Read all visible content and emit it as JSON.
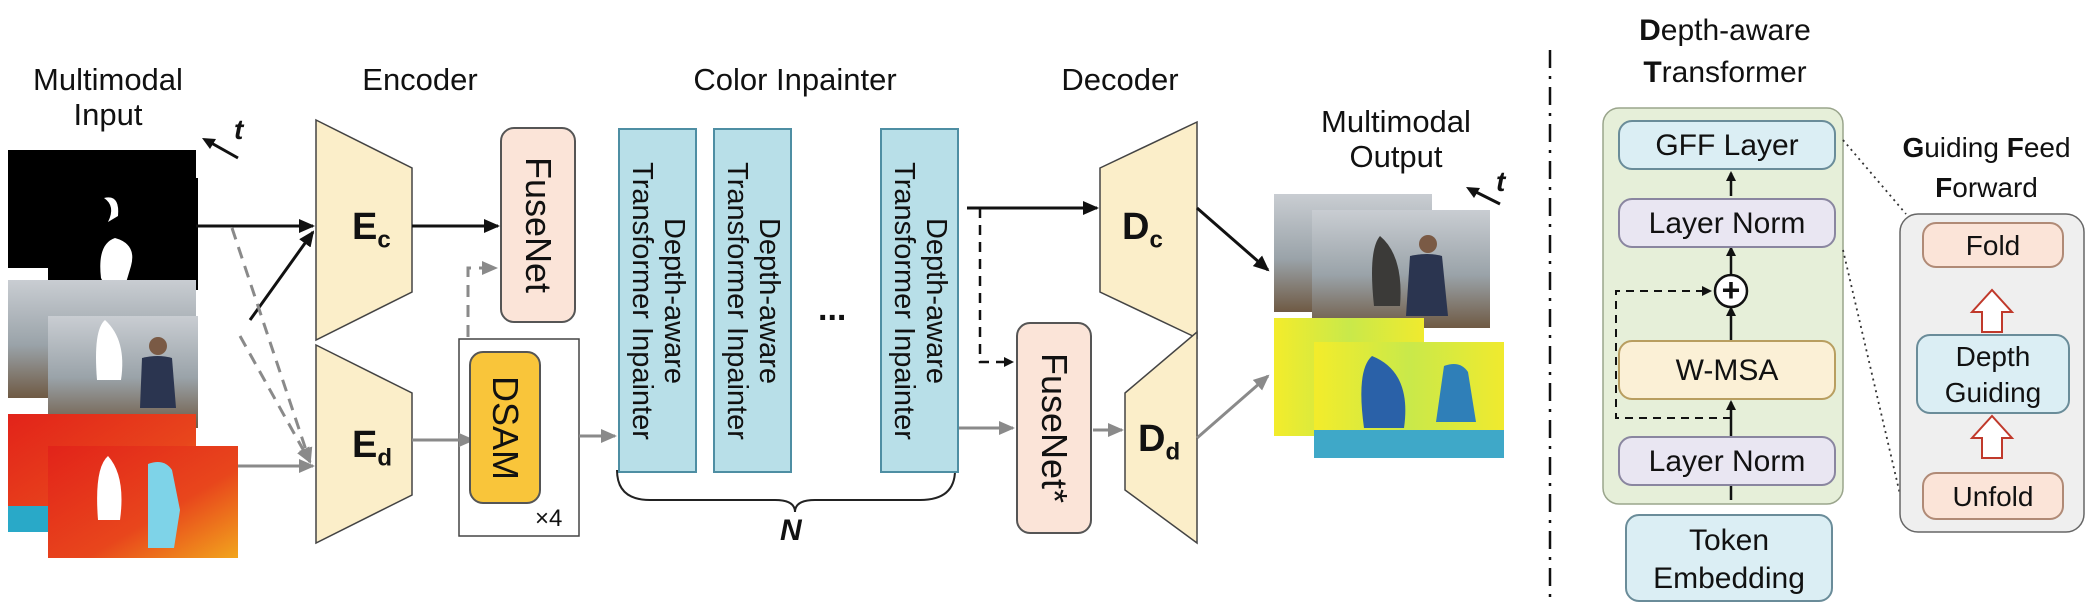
{
  "labels": {
    "multimodal_input_1": "Multimodal",
    "multimodal_input_2": "Input",
    "encoder": "Encoder",
    "color_inpainter": "Color Inpainter",
    "decoder": "Decoder",
    "multimodal_output_1": "Multimodal",
    "multimodal_output_2": "Output",
    "time_symbol": "t",
    "n_symbol": "N",
    "ellipsis": "...",
    "times4": "×4"
  },
  "blocks": {
    "ec_main": "E",
    "ec_sub": "c",
    "ed_main": "E",
    "ed_sub": "d",
    "dc_main": "D",
    "dc_sub": "c",
    "dd_main": "D",
    "dd_sub": "d",
    "fusenet": "FuseNet",
    "fusenet_star": "FuseNet*",
    "dsam": "DSAM",
    "transformer_line1": "Depth-aware",
    "transformer_line2": "Transformer Inpainter"
  },
  "transformer_panel": {
    "title_line1_first": "D",
    "title_line1_rest": "epth-aware",
    "title_line2_first": "T",
    "title_line2_rest": "ransformer",
    "gff_layer": "GFF Layer",
    "layer_norm_top": "Layer Norm",
    "plus": "+",
    "wmsa": "W-MSA",
    "layer_norm_bottom": "Layer Norm",
    "token_embedding_1": "Token",
    "token_embedding_2": "Embedding"
  },
  "gff_panel": {
    "title_g": "G",
    "title_uiding": "uiding ",
    "title_f": "F",
    "title_eed": "eed",
    "title_f2": "F",
    "title_orward": "orward",
    "fold": "Fold",
    "depth_guiding_1": "Depth",
    "depth_guiding_2": "Guiding",
    "unfold": "Unfold"
  },
  "colors": {
    "encoder_fill": "#fbeec9",
    "fusenet_fill": "#fbe4d8",
    "dsam_fill": "#f9c53a",
    "transformer_fill": "#b8dfe8",
    "panel_green": "#e6efd9",
    "panel_gray": "#efefef",
    "box_blue": "#dbeef4",
    "box_cream": "#fbf0d6",
    "box_lavender": "#e9e6f2",
    "box_peach": "#fbe4d8",
    "fold_arrow": "#c0392b",
    "gray_arrow": "#8a8a8a"
  }
}
